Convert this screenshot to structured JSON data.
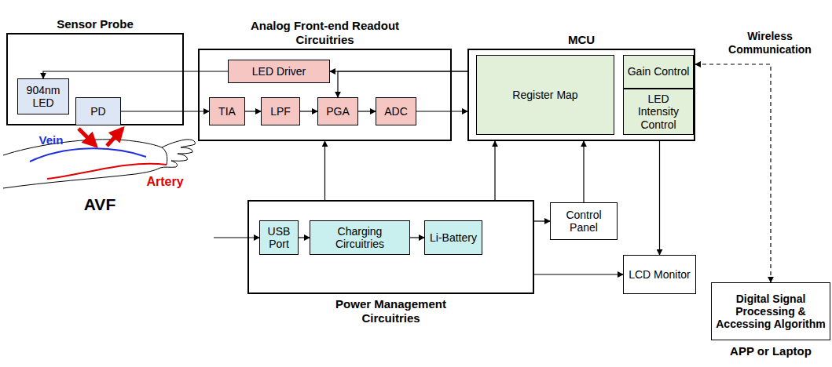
{
  "diagram": {
    "nodes": [
      {
        "text": [
          "Sensor Probe"
        ]
      },
      {
        "text": [
          "904nm LED"
        ],
        "in": 0
      },
      {
        "text": [
          "PD"
        ],
        "in": 0
      },
      {
        "text": [
          "Analog Front-end Readout Circuitries"
        ]
      },
      {
        "text": [
          "LED Driver"
        ],
        "in": 3
      },
      {
        "text": [
          "TIA"
        ],
        "in": 3
      },
      {
        "text": [
          "LPF"
        ],
        "in": 3
      },
      {
        "text": [
          "PGA"
        ],
        "in": 3
      },
      {
        "text": [
          "ADC"
        ],
        "in": 3
      },
      {
        "text": [
          "MCU"
        ]
      },
      {
        "text": [
          "Register Map"
        ],
        "in": 9
      },
      {
        "text": [
          "Gain Control"
        ],
        "in": 9
      },
      {
        "text": [
          "LED Intensity Control"
        ],
        "in": 9
      },
      {
        "text": [
          "Power Management Circuitries"
        ]
      },
      {
        "text": [
          "USB Port"
        ],
        "in": 13
      },
      {
        "text": [
          "Charging Circuitries"
        ],
        "in": 13
      },
      {
        "text": [
          "Li-Battery"
        ],
        "in": 13
      },
      {
        "text": [
          "Control Panel"
        ]
      },
      {
        "text": [
          "LCD Monitor"
        ]
      },
      {
        "text": [
          "Digital Signal Processing & Accessing Algorithm",
          "APP or Laptop"
        ]
      }
    ],
    "edges": [
      {
        "from": 4,
        "to": 1,
        "arrow": "to"
      },
      {
        "from": 2,
        "to": 5,
        "arrow": "to"
      },
      {
        "from": 5,
        "to": 6,
        "arrow": "to"
      },
      {
        "from": 6,
        "to": 7,
        "arrow": "to"
      },
      {
        "from": 7,
        "to": 8,
        "arrow": "to"
      },
      {
        "from": 9,
        "to": 4,
        "arrow": "to"
      },
      {
        "from": 9,
        "to": 7,
        "arrow": "to"
      },
      {
        "from": 8,
        "to": 9,
        "arrow": "to"
      },
      {
        "from": 13,
        "to": 3,
        "arrow": "to"
      },
      {
        "from": 13,
        "to": 9,
        "arrow": "to"
      },
      {
        "from": 13,
        "to": 17,
        "arrow": "to"
      },
      {
        "from": 17,
        "to": 9,
        "arrow": "to"
      },
      {
        "from": 13,
        "to": 18,
        "arrow": "to"
      },
      {
        "from": 9,
        "to": 18,
        "arrow": "to"
      },
      {
        "from": 14,
        "to": 15,
        "arrow": "to"
      },
      {
        "from": 15,
        "to": 16,
        "arrow": "to"
      },
      {
        "from": 9,
        "to": 19,
        "arrow": "both"
      }
    ],
    "labels": [
      "Wireless Communication",
      "Vein",
      "Artery",
      "AVF"
    ]
  }
}
